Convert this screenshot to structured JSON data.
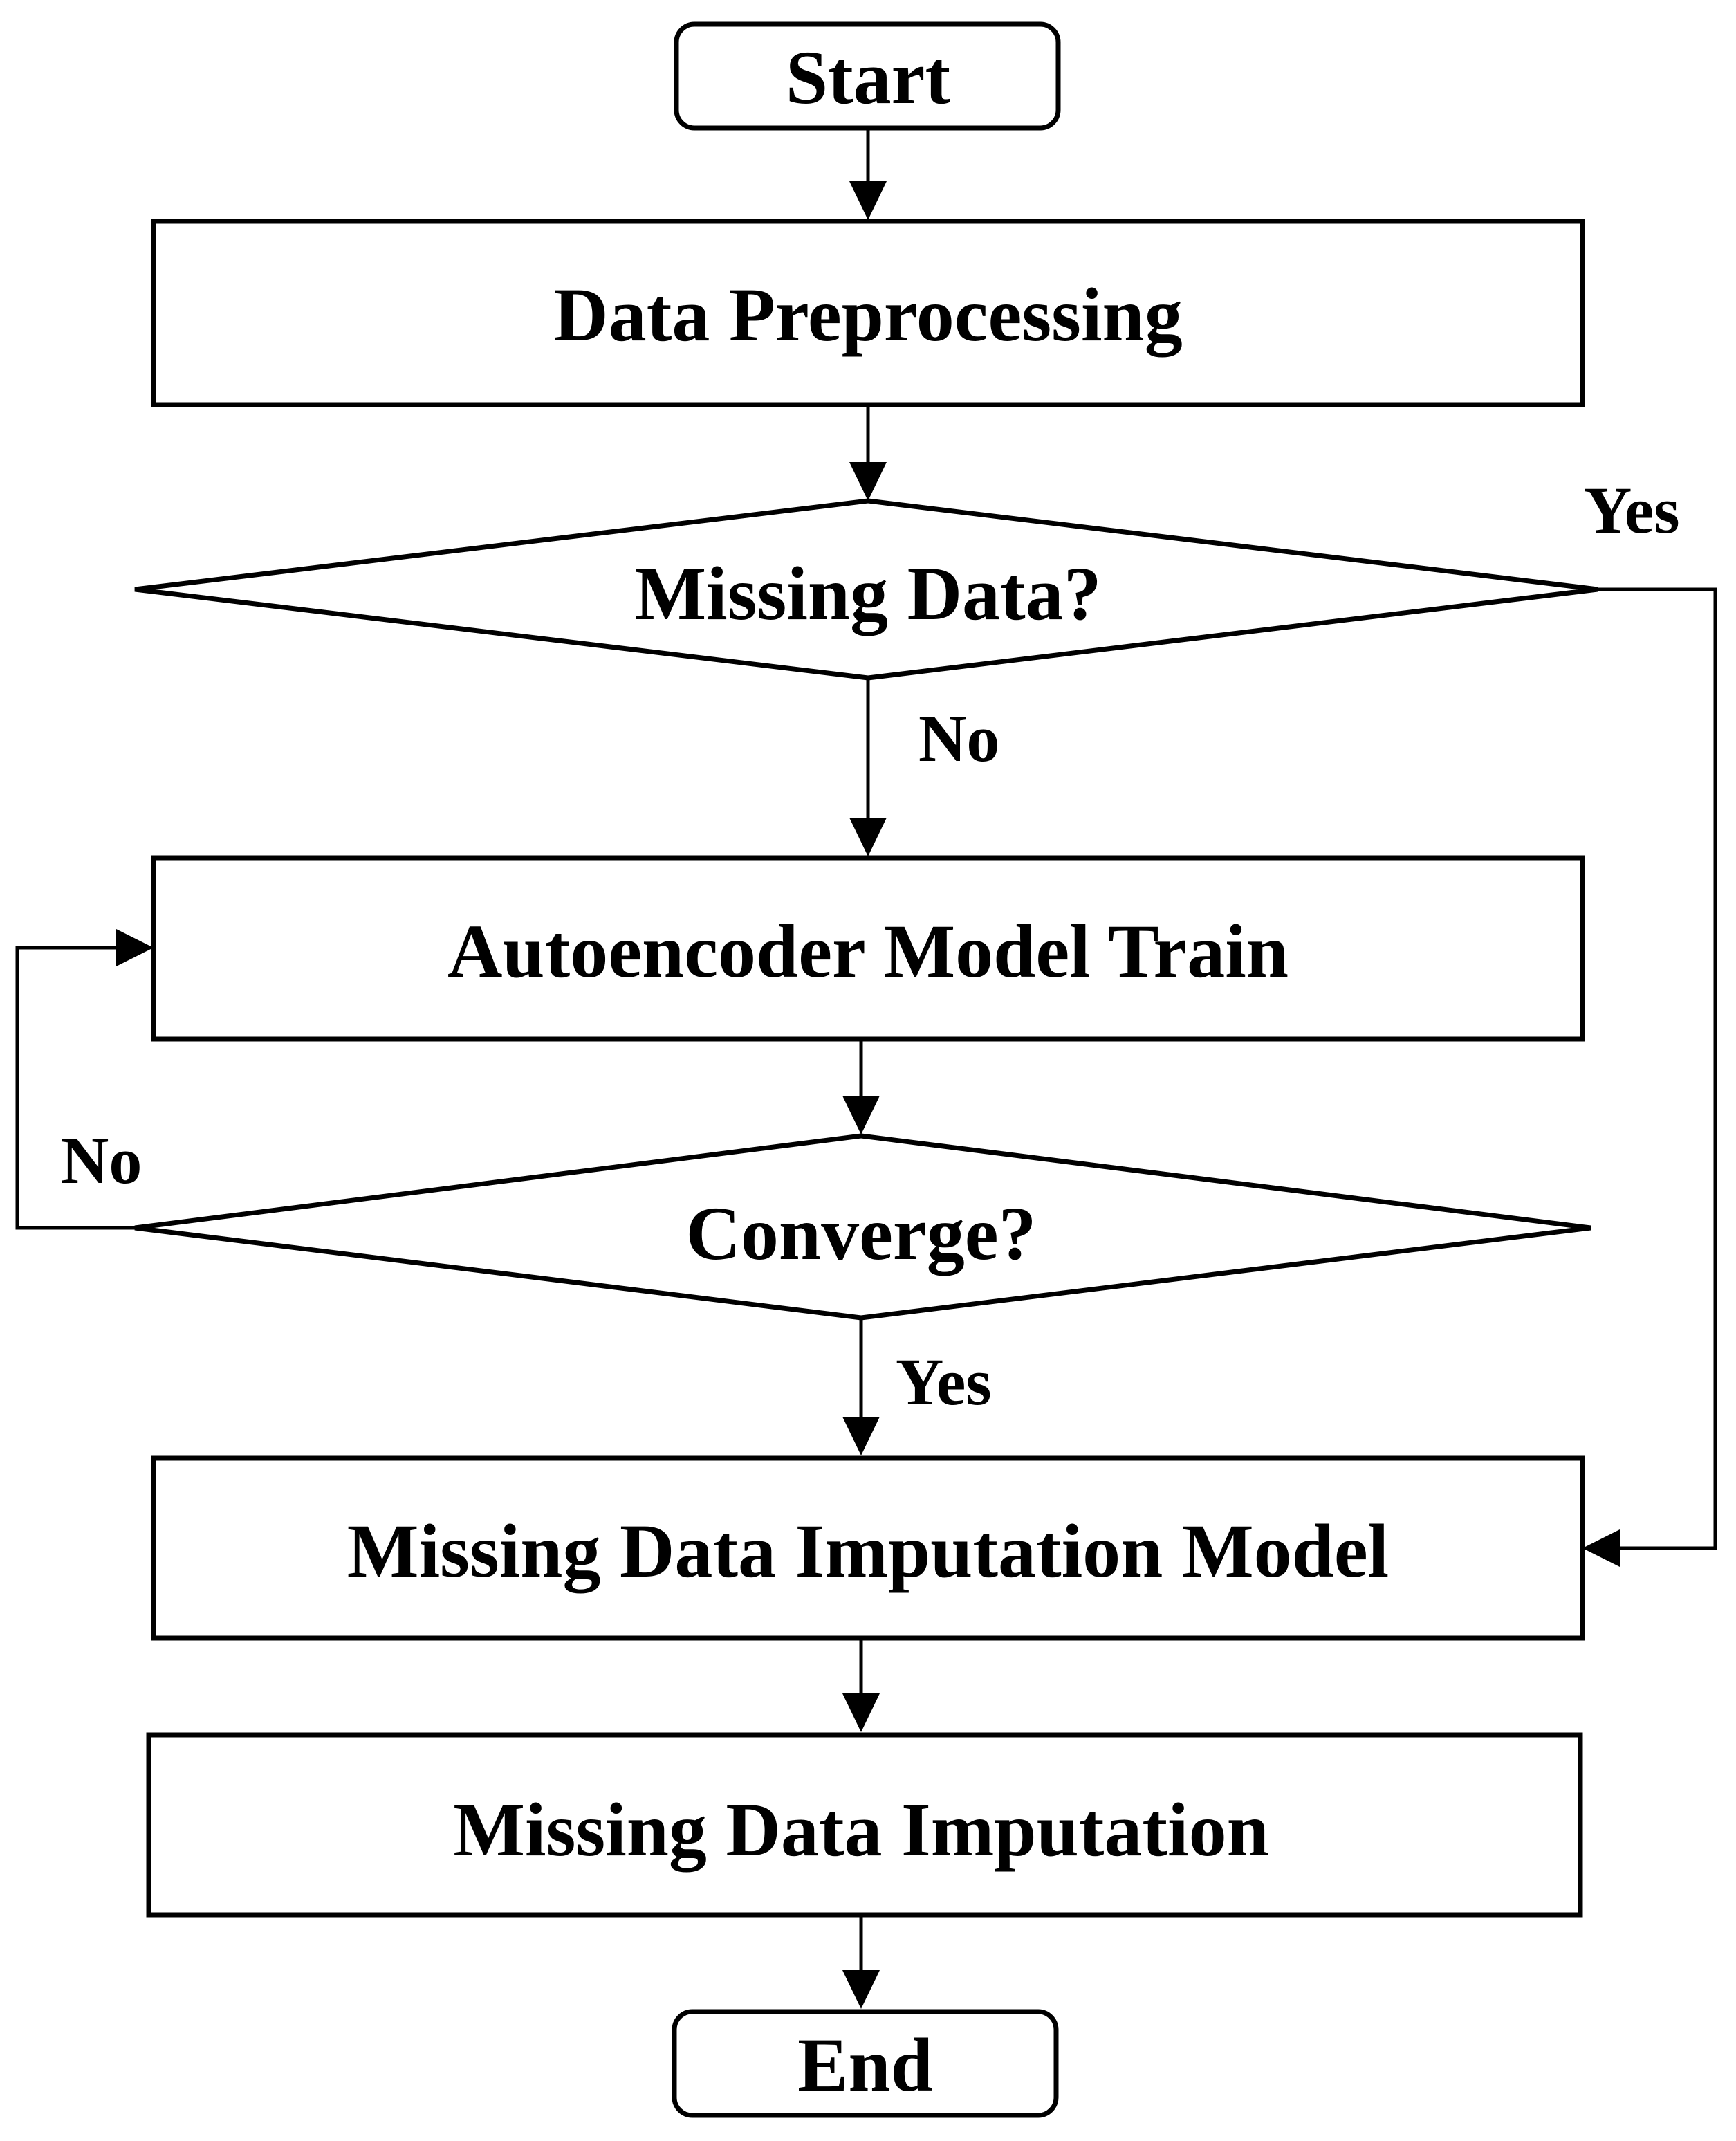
{
  "nodes": {
    "start": "Start",
    "preprocessing": "Data Preprocessing",
    "missing_data_check": "Missing Data?",
    "autoencoder_train": "Autoencoder Model Train",
    "converge_check": "Converge?",
    "imputation_model": "Missing Data Imputation Model",
    "imputation": "Missing Data Imputation",
    "end": "End"
  },
  "edges": {
    "missing_yes": "Yes",
    "missing_no": "No",
    "converge_no": "No",
    "converge_yes": "Yes"
  }
}
